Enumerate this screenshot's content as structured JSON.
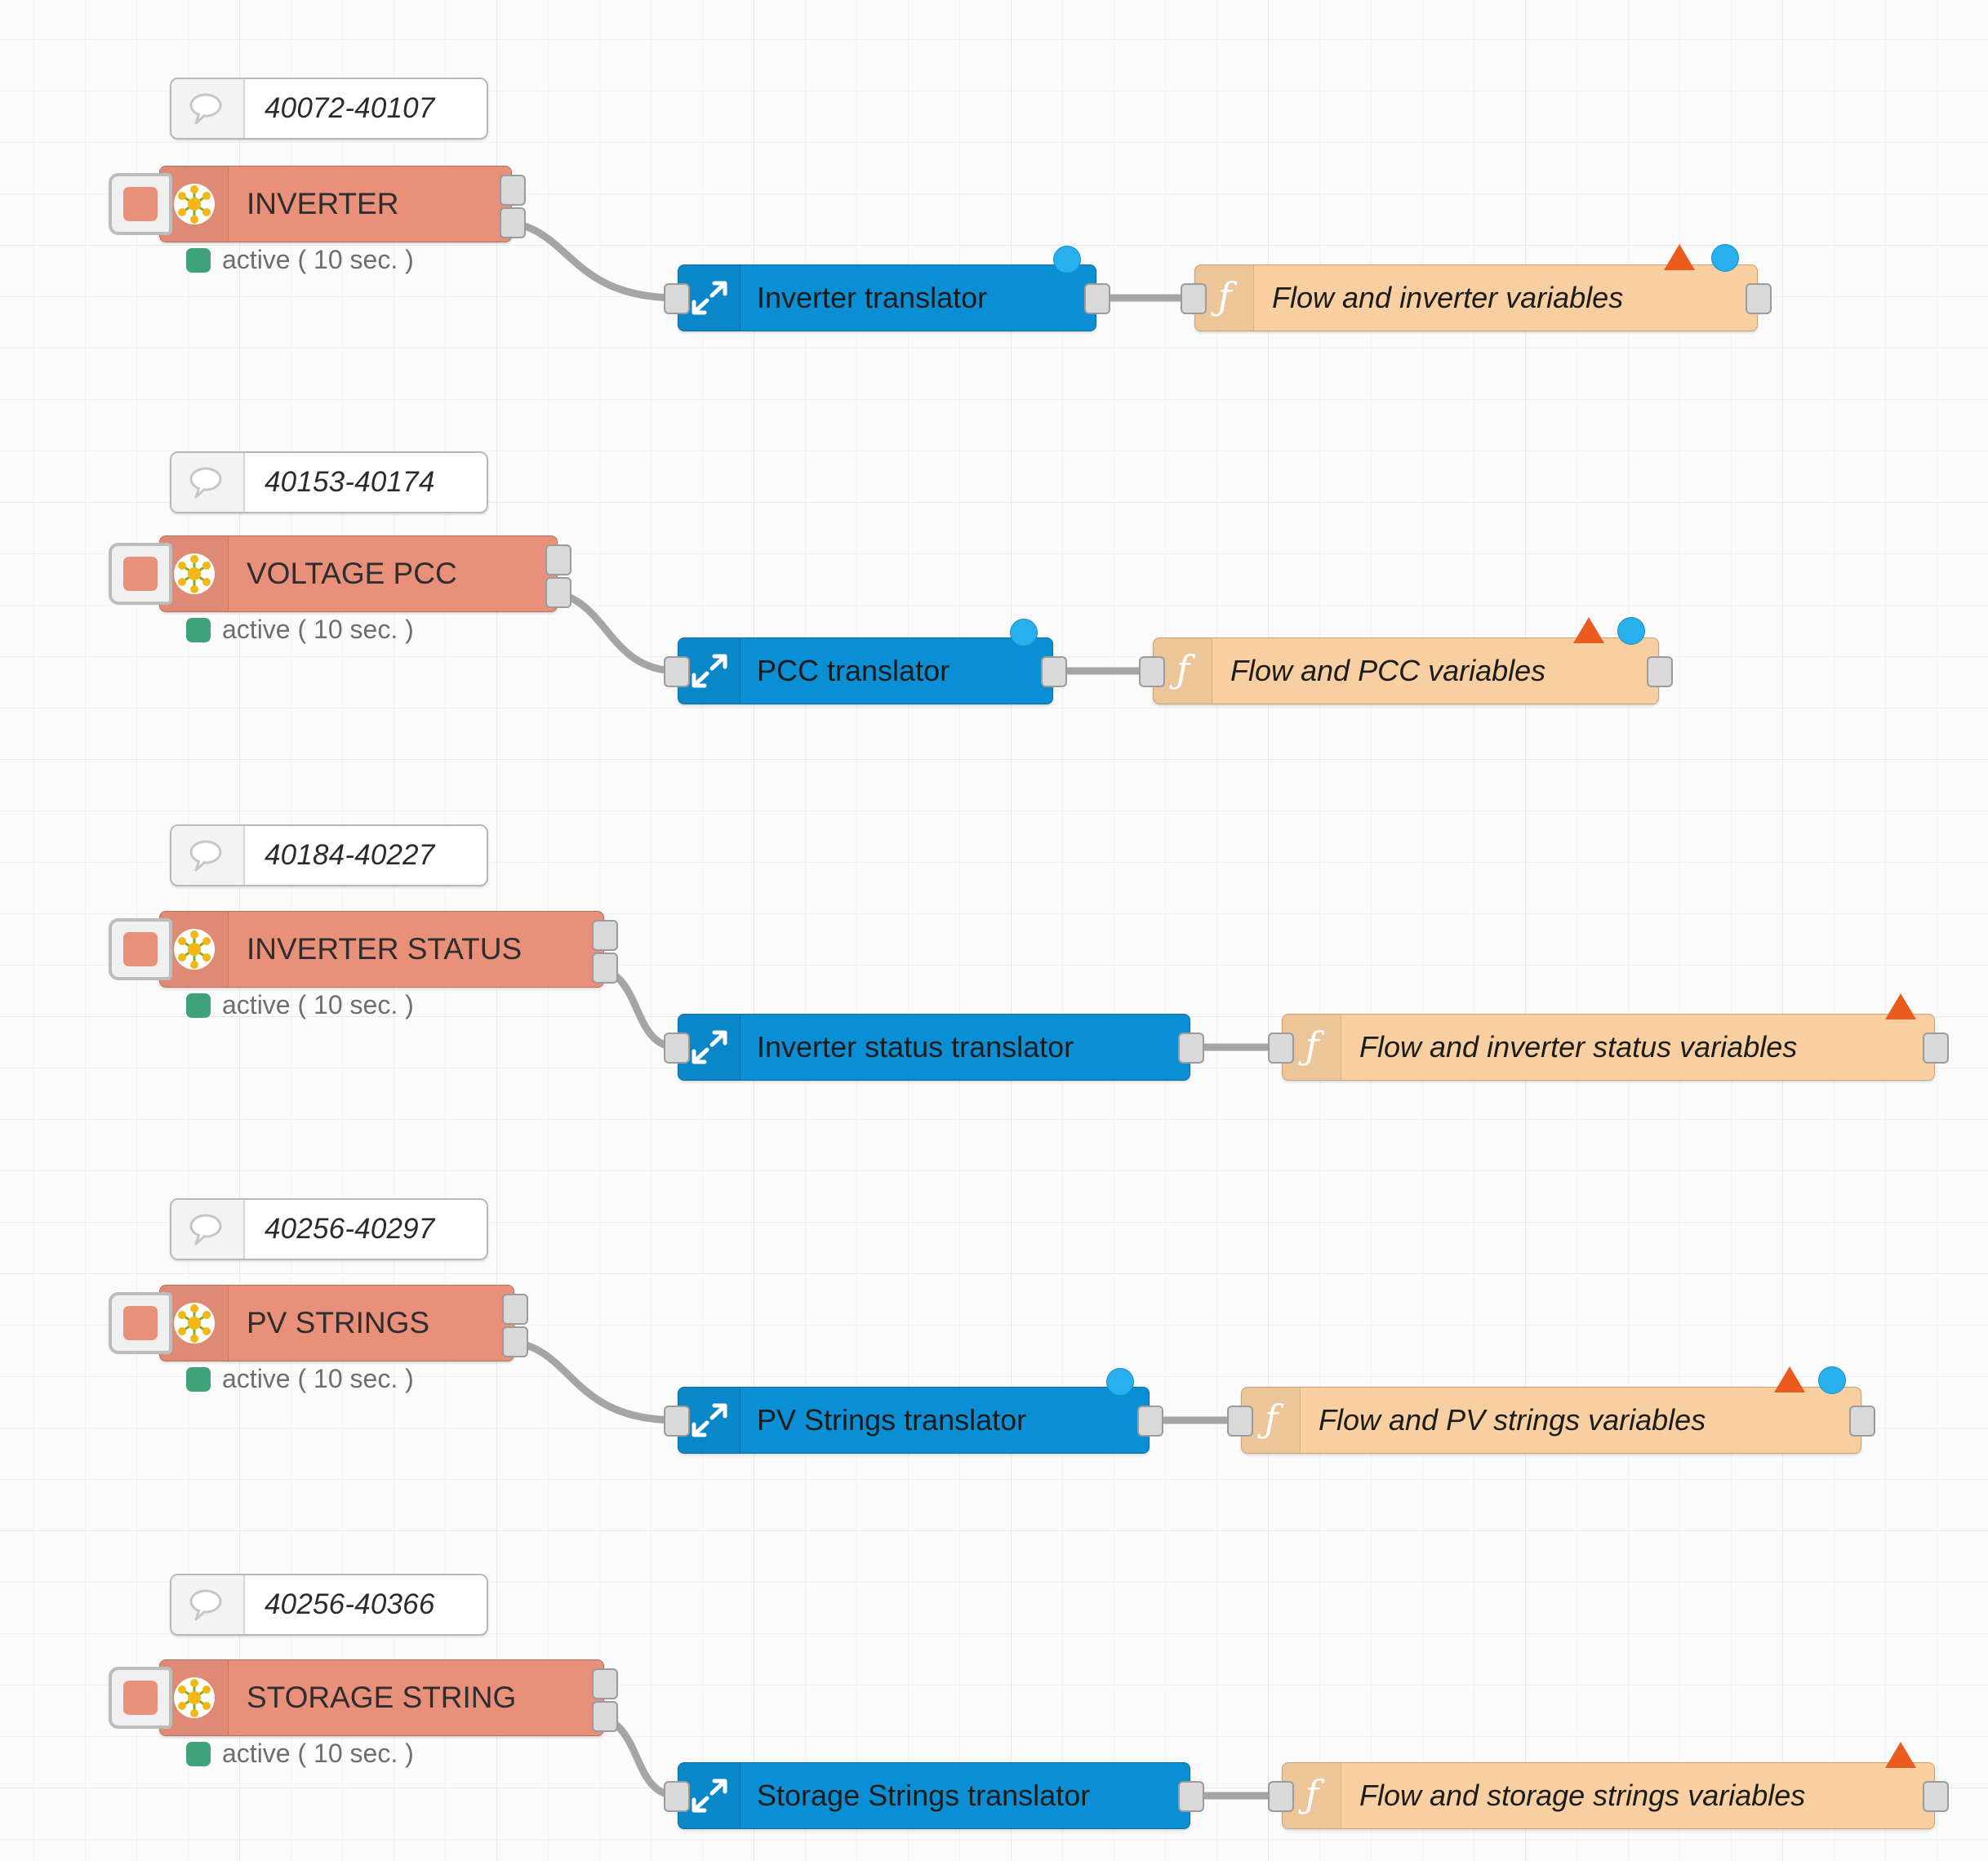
{
  "app": {
    "name": "Node-RED flow editor canvas",
    "grid_visible": true,
    "background_color": "#fbfbfb",
    "grid_color": "#e9e9e9"
  },
  "palette": {
    "modbus_node_color": "#e8907a",
    "translator_node_color": "#0a8fd4",
    "function_node_color": "#f7cfa0",
    "comment_node_color": "#ffffff",
    "status_ok_color": "#3fa37a",
    "badge_changed_color": "#ec5b1e",
    "badge_unsaved_color": "#27b0ed",
    "wire_color": "#a5a5a5"
  },
  "icons": {
    "comment": "speech-bubble-icon",
    "modbus": "modbus-flower-icon",
    "translator": "expand-arrows-icon",
    "function": "function-f-icon"
  },
  "flows": [
    {
      "id": "row-inverter",
      "comment": {
        "label": "40072-40107"
      },
      "source": {
        "name": "INVERTER",
        "status_text": "active ( 10 sec. )",
        "status_state": "active",
        "outputs": 2,
        "enabled": true
      },
      "translator": {
        "name": "Inverter translator",
        "badge_unsaved": true,
        "badge_changed": false
      },
      "function": {
        "name": "Flow and inverter variables",
        "badge_unsaved": true,
        "badge_changed": true
      }
    },
    {
      "id": "row-pcc",
      "comment": {
        "label": "40153-40174"
      },
      "source": {
        "name": "VOLTAGE PCC",
        "status_text": "active ( 10 sec. )",
        "status_state": "active",
        "outputs": 2,
        "enabled": true
      },
      "translator": {
        "name": "PCC translator",
        "badge_unsaved": true,
        "badge_changed": false
      },
      "function": {
        "name": "Flow and PCC variables",
        "badge_unsaved": true,
        "badge_changed": true
      }
    },
    {
      "id": "row-inverter-status",
      "comment": {
        "label": "40184-40227"
      },
      "source": {
        "name": "INVERTER STATUS",
        "status_text": "active ( 10 sec. )",
        "status_state": "active",
        "outputs": 2,
        "enabled": true
      },
      "translator": {
        "name": "Inverter status translator",
        "badge_unsaved": false,
        "badge_changed": false
      },
      "function": {
        "name": "Flow and inverter status variables",
        "badge_unsaved": false,
        "badge_changed": true
      }
    },
    {
      "id": "row-pv-strings",
      "comment": {
        "label": "40256-40297"
      },
      "source": {
        "name": "PV STRINGS",
        "status_text": "active ( 10 sec. )",
        "status_state": "active",
        "outputs": 2,
        "enabled": true
      },
      "translator": {
        "name": "PV Strings translator",
        "badge_unsaved": true,
        "badge_changed": false
      },
      "function": {
        "name": "Flow and PV strings variables",
        "badge_unsaved": true,
        "badge_changed": true
      }
    },
    {
      "id": "row-storage-strings",
      "comment": {
        "label": "40256-40366"
      },
      "source": {
        "name": "STORAGE STRING",
        "status_text": "active ( 10 sec. )",
        "status_state": "active",
        "outputs": 2,
        "enabled": true
      },
      "translator": {
        "name": "Storage Strings translator",
        "badge_unsaved": false,
        "badge_changed": false
      },
      "function": {
        "name": "Flow and storage strings variables",
        "badge_unsaved": false,
        "badge_changed": true
      }
    }
  ]
}
